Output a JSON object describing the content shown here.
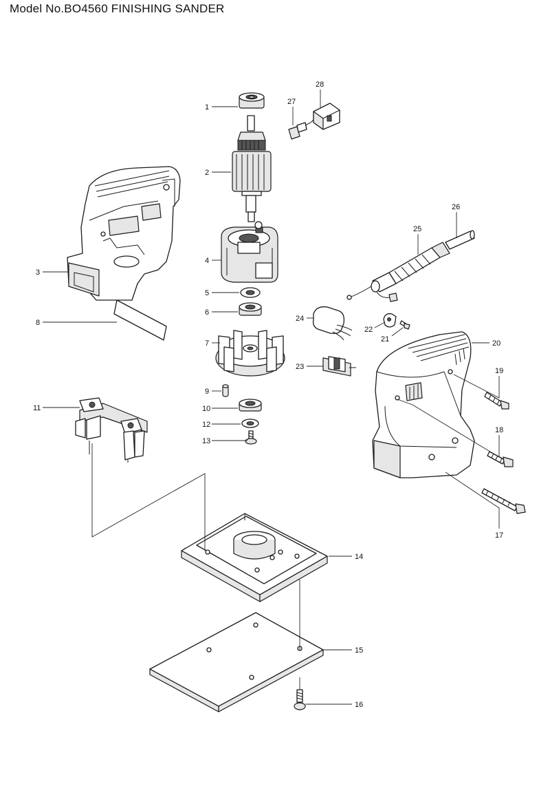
{
  "title": "Model No.BO4560 FINISHING SANDER",
  "callouts": [
    {
      "key": "1",
      "label": "1"
    },
    {
      "key": "2",
      "label": "2"
    },
    {
      "key": "3",
      "label": "3"
    },
    {
      "key": "4",
      "label": "4"
    },
    {
      "key": "5",
      "label": "5"
    },
    {
      "key": "6",
      "label": "6"
    },
    {
      "key": "7",
      "label": "7"
    },
    {
      "key": "8",
      "label": "8"
    },
    {
      "key": "9",
      "label": "9"
    },
    {
      "key": "10",
      "label": "10"
    },
    {
      "key": "11",
      "label": "11"
    },
    {
      "key": "12",
      "label": "12"
    },
    {
      "key": "13",
      "label": "13"
    },
    {
      "key": "14",
      "label": "14"
    },
    {
      "key": "15",
      "label": "15"
    },
    {
      "key": "16",
      "label": "16"
    },
    {
      "key": "17",
      "label": "17"
    },
    {
      "key": "18",
      "label": "18"
    },
    {
      "key": "19",
      "label": "19"
    },
    {
      "key": "20",
      "label": "20"
    },
    {
      "key": "21",
      "label": "21"
    },
    {
      "key": "22",
      "label": "22"
    },
    {
      "key": "23",
      "label": "23"
    },
    {
      "key": "24",
      "label": "24"
    },
    {
      "key": "25",
      "label": "25"
    },
    {
      "key": "26",
      "label": "26"
    },
    {
      "key": "27",
      "label": "27"
    },
    {
      "key": "28",
      "label": "28"
    }
  ]
}
